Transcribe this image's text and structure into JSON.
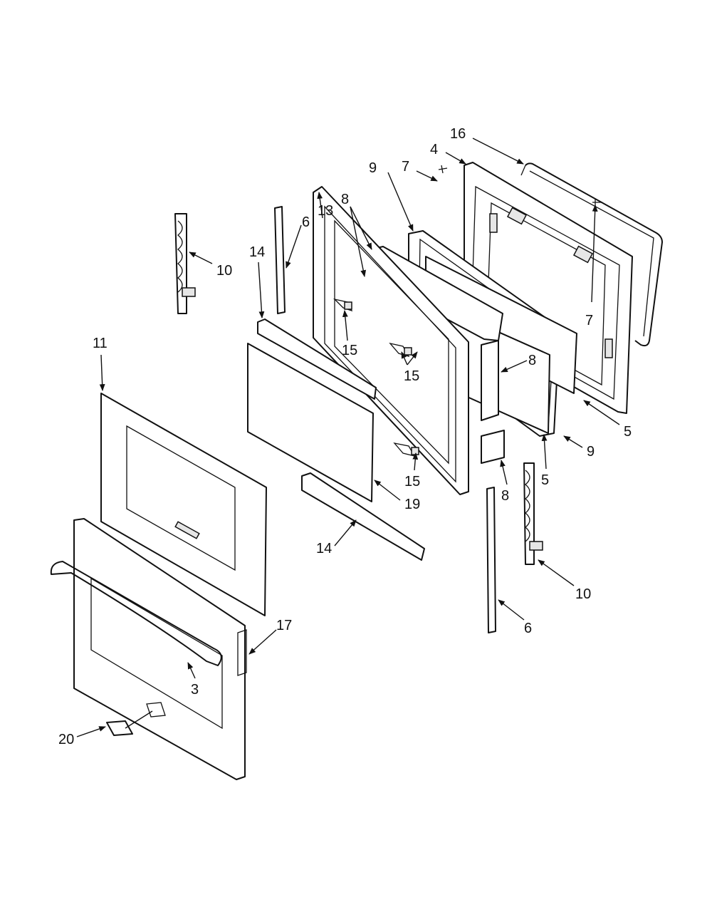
{
  "callouts": {
    "c16": "16",
    "c4": "4",
    "c7a": "7",
    "c9a": "9",
    "c8a": "8",
    "c13": "13",
    "c6a": "6",
    "c14a": "14",
    "c10a": "10",
    "c7b": "7",
    "c15a": "15",
    "c15b": "15",
    "c11": "11",
    "c8b": "8",
    "c5a": "5",
    "c9b": "9",
    "c5b": "5",
    "c15c": "15",
    "c8c": "8",
    "c19": "19",
    "c14b": "14",
    "c10b": "10",
    "c17": "17",
    "c6b": "6",
    "c3": "3",
    "c20": "20"
  }
}
